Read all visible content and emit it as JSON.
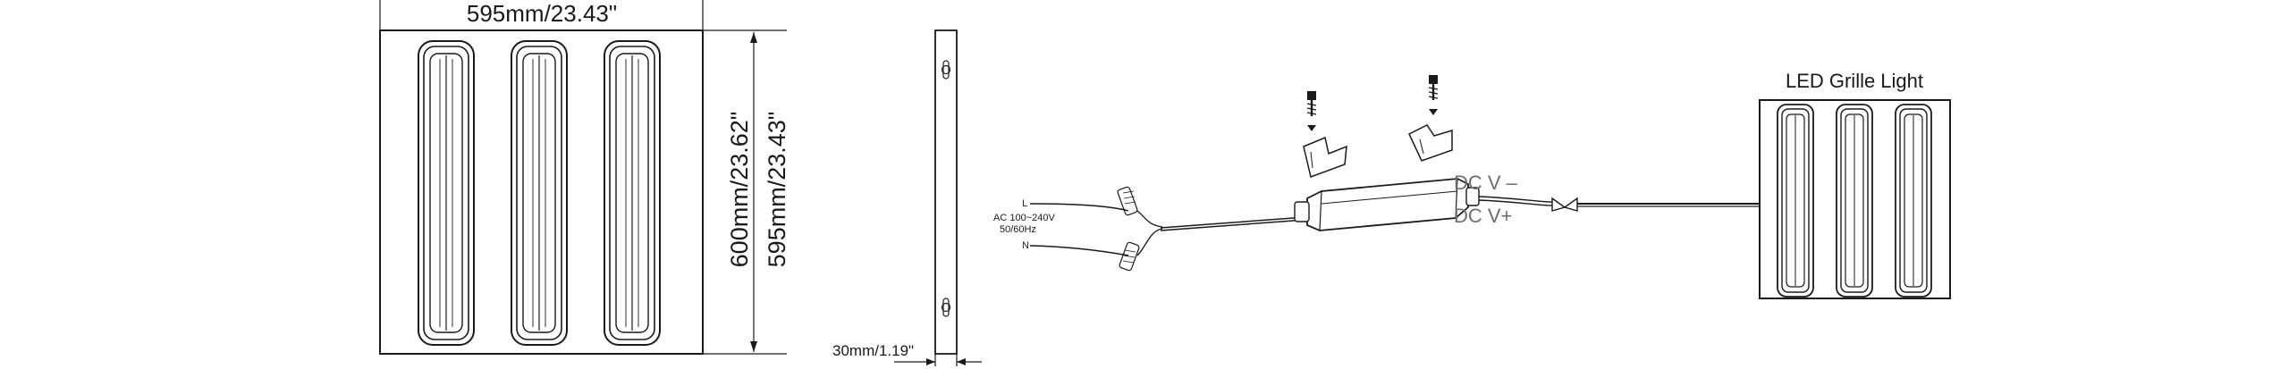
{
  "front_view": {
    "width_label": "595mm/23.43\"",
    "height_label_outer": "600mm/23.62\"",
    "height_label_inner": "595mm/23.43\""
  },
  "side_view": {
    "thickness_label": "30mm/1.19\""
  },
  "wiring": {
    "input_spec_line1": "AC 100~240V",
    "input_spec_line2": "50/60Hz",
    "live_label": "L",
    "neutral_label": "N",
    "dc_negative_label": "DC V –",
    "dc_positive_label": "DC V+",
    "fixture_label": "LED Grille Light"
  },
  "colors": {
    "line": "#1a1a1a",
    "dc_label": "#6e6e6e"
  }
}
